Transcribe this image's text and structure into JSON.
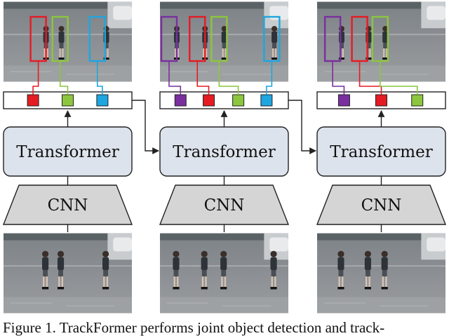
{
  "figure": {
    "columns": [
      {
        "transformer_label": "Transformer",
        "cnn_label": "CNN",
        "queries": [
          "#e51b23",
          "#8cc63e",
          "#1ea6e0"
        ],
        "boxes": [
          "#e51b23",
          "#8cc63e",
          "#1ea6e0"
        ]
      },
      {
        "transformer_label": "Transformer",
        "cnn_label": "CNN",
        "queries": [
          "#7a2f9e",
          "#e51b23",
          "#8cc63e",
          "#1ea6e0"
        ],
        "boxes": [
          "#7a2f9e",
          "#e51b23",
          "#8cc63e",
          "#1ea6e0"
        ]
      },
      {
        "transformer_label": "Transformer",
        "cnn_label": "CNN",
        "queries": [
          "#7a2f9e",
          "#e51b23",
          "#8cc63e"
        ],
        "boxes": [
          "#7a2f9e",
          "#e51b23",
          "#8cc63e"
        ]
      }
    ],
    "colors": {
      "transformer_fill": "#dde3ec",
      "cnn_fill": "#d5d5d5",
      "line": "#222222"
    },
    "caption": "Figure 1.  TrackFormer performs joint object detection and track-"
  }
}
